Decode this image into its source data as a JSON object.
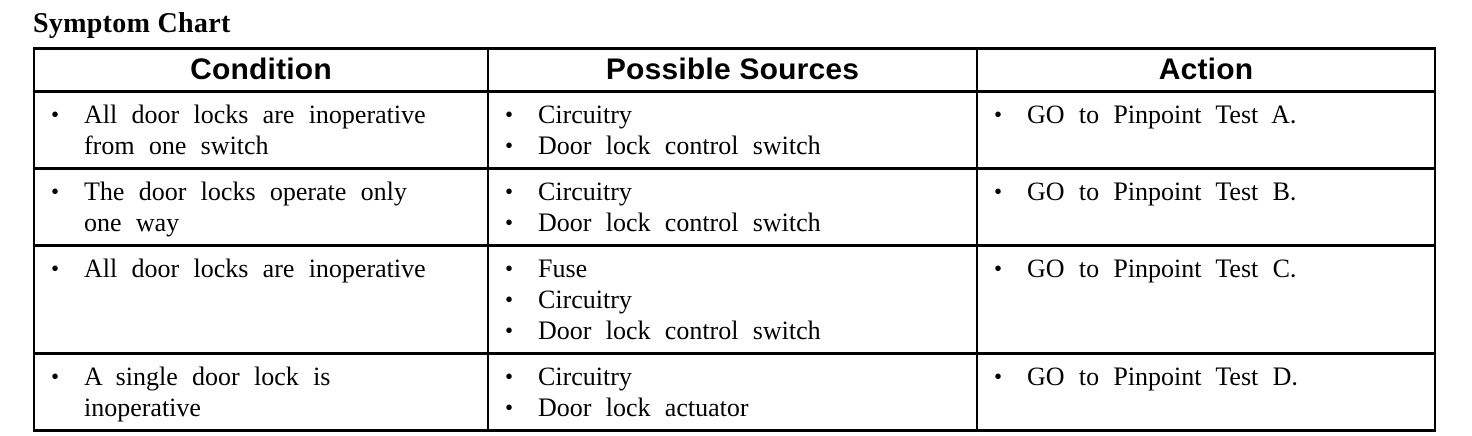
{
  "page_title": "Symptom Chart",
  "colors": {
    "text": "#000000",
    "background": "#ffffff",
    "border": "#000000"
  },
  "glyphs": {
    "bullet": "•"
  },
  "table": {
    "headers": [
      "Condition",
      "Possible Sources",
      "Action"
    ],
    "rows": [
      {
        "condition_lines": [
          "All door locks are inoperative",
          "from one switch"
        ],
        "sources": [
          "Circuitry",
          "Door lock control switch"
        ],
        "action": "GO to Pinpoint Test A."
      },
      {
        "condition_lines": [
          "The door locks operate only",
          "one way"
        ],
        "sources": [
          "Circuitry",
          "Door lock control switch"
        ],
        "action": "GO to Pinpoint Test B."
      },
      {
        "condition_lines": [
          "All door locks are inoperative"
        ],
        "sources": [
          "Fuse",
          "Circuitry",
          "Door lock control switch"
        ],
        "action": "GO to Pinpoint Test C."
      },
      {
        "condition_lines": [
          "A single door lock is",
          "inoperative"
        ],
        "sources": [
          "Circuitry",
          "Door lock actuator"
        ],
        "action": "GO to Pinpoint Test D."
      }
    ]
  }
}
